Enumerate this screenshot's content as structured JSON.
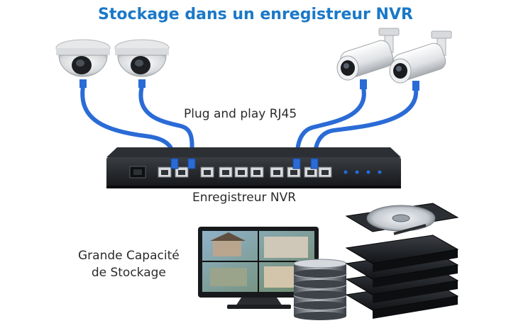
{
  "title": "Stockage dans un enregistreur NVR",
  "plug_label": "Plug and play RJ45",
  "nvr_label": "Enregistreur NVR",
  "storage_label_line1": "Grande Capacité",
  "storage_label_line2": "de Stockage",
  "colors": {
    "title": "#1a78c8",
    "cable": "#2a6bd6",
    "nvr_body": "#1e2024",
    "text": "#2b2b2b"
  },
  "icons": [
    "dome-camera-icon",
    "bullet-camera-icon",
    "rj45-cable-icon",
    "nvr-recorder-icon",
    "monitor-icon",
    "database-server-icon",
    "hard-drive-icon"
  ]
}
